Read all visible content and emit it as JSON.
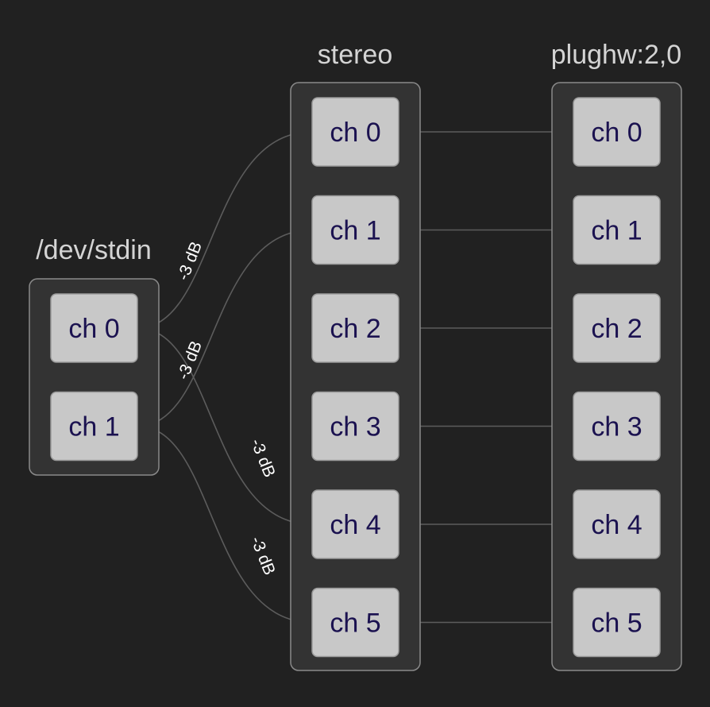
{
  "groups": [
    {
      "id": "stdin",
      "title": "/dev/stdin",
      "channels": [
        "ch 0",
        "ch 1"
      ]
    },
    {
      "id": "stereo",
      "title": "stereo",
      "channels": [
        "ch 0",
        "ch 1",
        "ch 2",
        "ch 3",
        "ch 4",
        "ch 5"
      ]
    },
    {
      "id": "plughw",
      "title": "plughw:2,0",
      "channels": [
        "ch 0",
        "ch 1",
        "ch 2",
        "ch 3",
        "ch 4",
        "ch 5"
      ]
    }
  ],
  "edges": [
    {
      "from": "stdin",
      "from_ch": 0,
      "to": "stereo",
      "to_ch": 0,
      "label": "-3 dB"
    },
    {
      "from": "stdin",
      "from_ch": 1,
      "to": "stereo",
      "to_ch": 1,
      "label": "-3 dB"
    },
    {
      "from": "stdin",
      "from_ch": 0,
      "to": "stereo",
      "to_ch": 4,
      "label": "-3 dB"
    },
    {
      "from": "stdin",
      "from_ch": 1,
      "to": "stereo",
      "to_ch": 5,
      "label": "-3 dB"
    },
    {
      "from": "stereo",
      "from_ch": 0,
      "to": "plughw",
      "to_ch": 0,
      "label": ""
    },
    {
      "from": "stereo",
      "from_ch": 1,
      "to": "plughw",
      "to_ch": 1,
      "label": ""
    },
    {
      "from": "stereo",
      "from_ch": 2,
      "to": "plughw",
      "to_ch": 2,
      "label": ""
    },
    {
      "from": "stereo",
      "from_ch": 3,
      "to": "plughw",
      "to_ch": 3,
      "label": ""
    },
    {
      "from": "stereo",
      "from_ch": 4,
      "to": "plughw",
      "to_ch": 4,
      "label": ""
    },
    {
      "from": "stereo",
      "from_ch": 5,
      "to": "plughw",
      "to_ch": 5,
      "label": ""
    }
  ]
}
